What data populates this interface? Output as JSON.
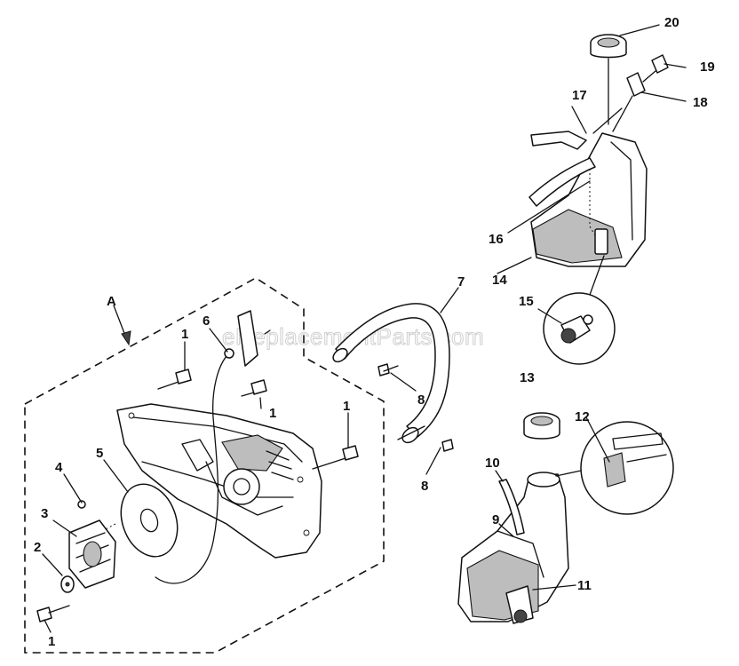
{
  "watermark": "eReplacementParts.com",
  "callouts": {
    "c1a": "1",
    "c1b": "1",
    "c1c": "1",
    "c1d": "1",
    "c2": "2",
    "c3": "3",
    "c4": "4",
    "c5": "5",
    "c6": "6",
    "c7": "7",
    "c8a": "8",
    "c8b": "8",
    "c9": "9",
    "c10": "10",
    "c11": "11",
    "c12": "12",
    "c13": "13",
    "c14": "14",
    "c15": "15",
    "c16": "16",
    "c17": "17",
    "c18": "18",
    "c19": "19",
    "c20": "20",
    "cA": "A"
  }
}
